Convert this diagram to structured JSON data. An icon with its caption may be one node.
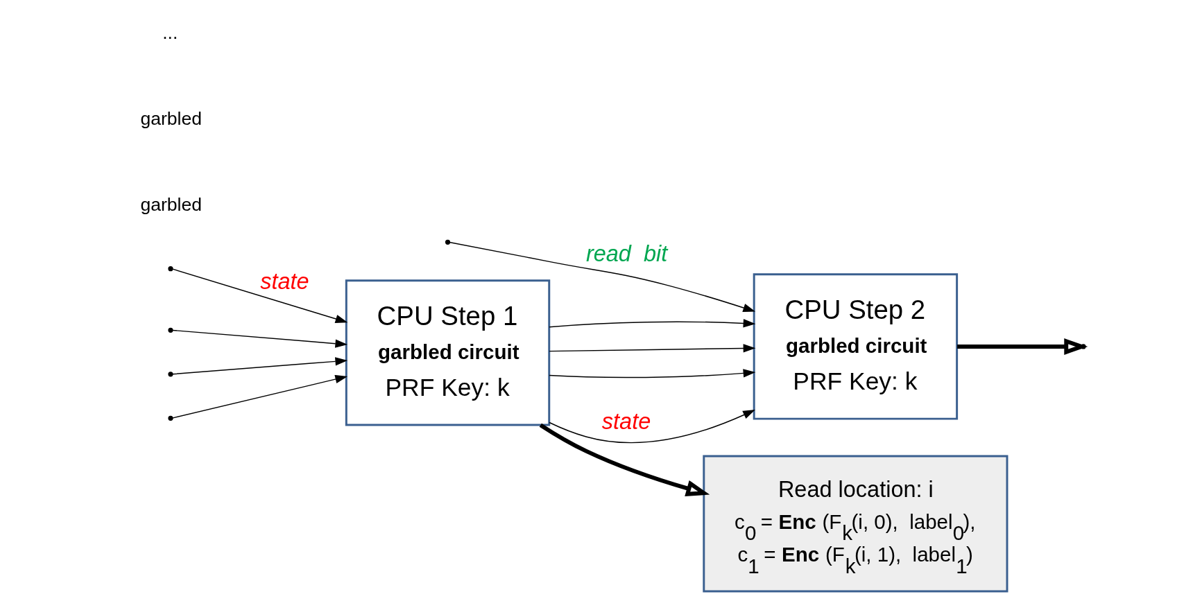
{
  "diagram": {
    "nodes": [
      {
        "text": [
          "Read location: i",
          "c$_{0}$ = **Enc** (F$_{k}$(i, 0),  label$_{0}$),",
          "c$_{1}$ = **Enc** (F$_{k}$(i, 1),  label$_{1}$)"
        ]
      },
      {
        "text": [
          "CPU Step 1",
          "garbled circuit",
          "PRF Key: k"
        ]
      },
      {
        "text": [
          "CPU Step 2",
          "garbled circuit",
          "PRF Key: k"
        ]
      }
    ],
    "edges": [
      {
        "from": 1,
        "to": 0,
        "arrow": "to",
        "style": "thick"
      },
      {
        "from": null,
        "to": 2,
        "arrow": "to",
        "label": "read  bit"
      },
      {
        "from": null,
        "to": 1,
        "arrow": "to",
        "label": "state"
      },
      {
        "from": null,
        "to": 1,
        "arrow": "to"
      },
      {
        "from": null,
        "to": 1,
        "arrow": "to"
      },
      {
        "from": null,
        "to": 1,
        "arrow": "to"
      },
      {
        "from": 2,
        "to": null,
        "arrow": "to",
        "style": "thick"
      },
      {
        "from": 1,
        "to": 2,
        "arrow": "to",
        "label": "state"
      },
      {
        "from": 1,
        "to": 2,
        "arrow": "to"
      },
      {
        "from": 1,
        "to": 2,
        "arrow": "to"
      },
      {
        "from": 1,
        "to": 2,
        "arrow": "to"
      }
    ],
    "labels": [
      "garbled",
      "garbled",
      "..."
    ]
  }
}
